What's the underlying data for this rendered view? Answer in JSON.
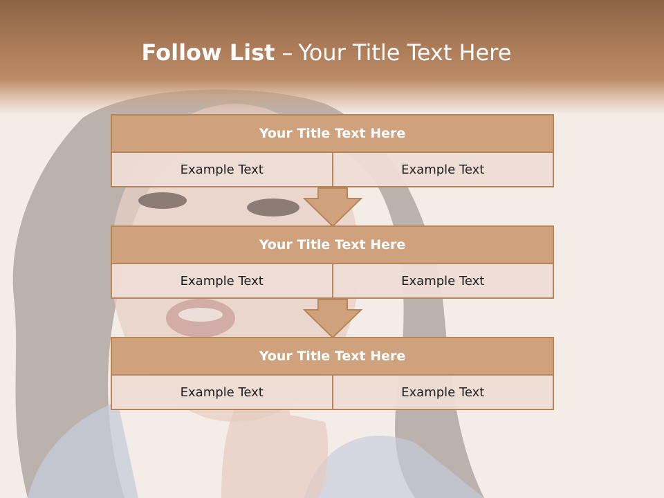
{
  "slide": {
    "title_bold": "Follow List",
    "title_sep": "–",
    "title_rest": "Your Title Text Here"
  },
  "blocks": [
    {
      "title": "Your Title Text Here",
      "left": "Example Text",
      "right": "Example Text"
    },
    {
      "title": "Your Title Text Here",
      "left": "Example Text",
      "right": "Example Text"
    },
    {
      "title": "Your Title Text Here",
      "left": "Example Text",
      "right": "Example Text"
    }
  ],
  "colors": {
    "header": "#a87856",
    "box_title_fill": "#cfa17d",
    "box_border": "#b78559",
    "cell_fill": "#eeddd5",
    "arrow_fill": "#cfa17d"
  }
}
